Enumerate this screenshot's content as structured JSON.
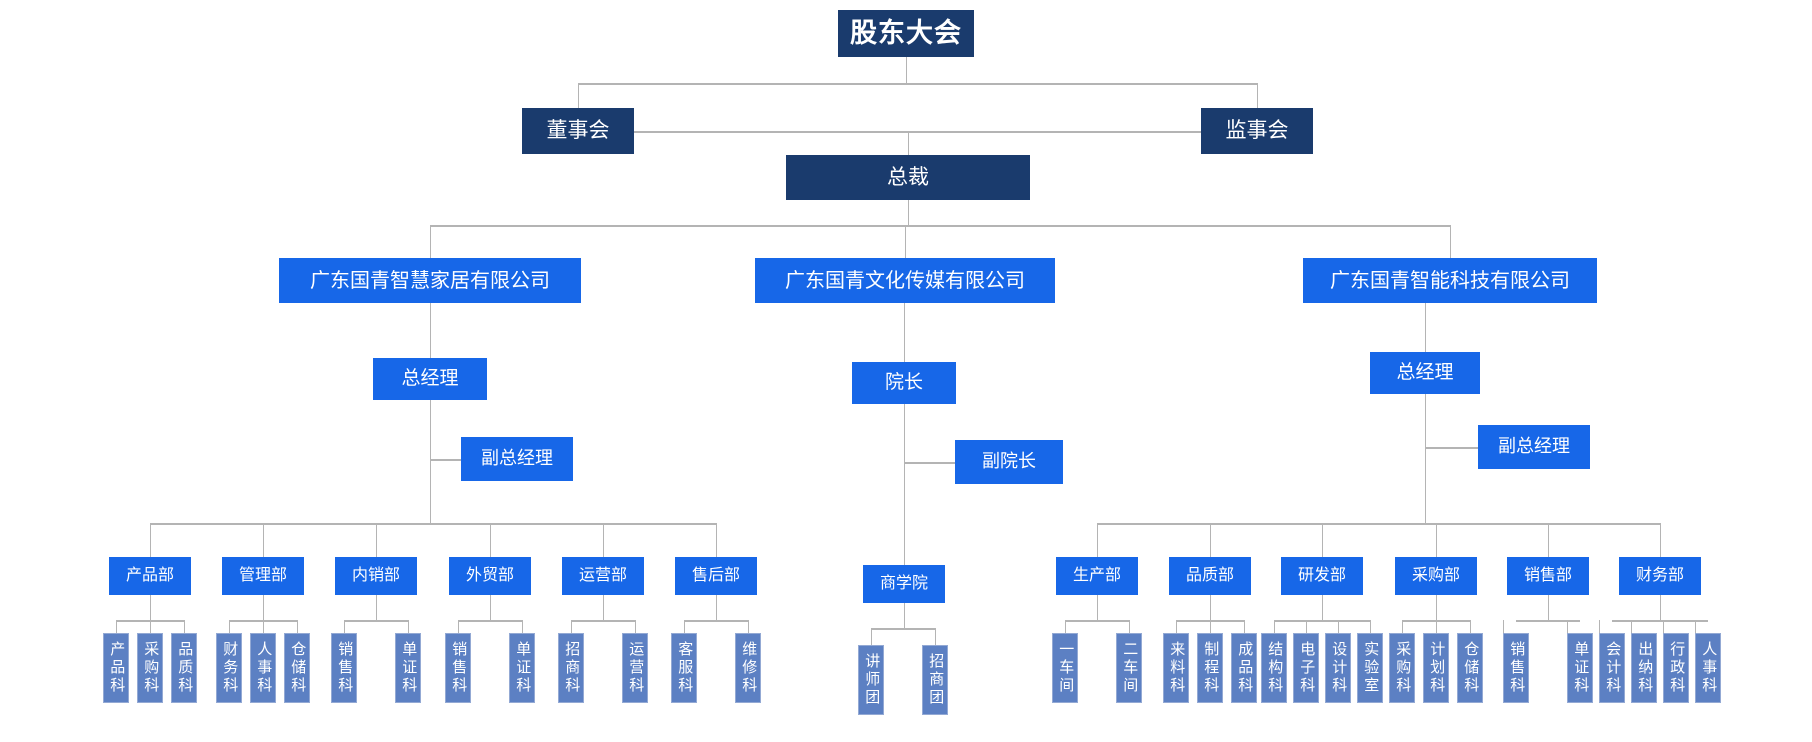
{
  "org": {
    "root": "股东大会",
    "board": "董事会",
    "supervisory": "监事会",
    "president": "总裁",
    "branches": [
      {
        "company": "广东国青智慧家居有限公司",
        "manager": "总经理",
        "deputy": "副总经理",
        "departments": [
          {
            "name": "产品部",
            "sections": [
              "产品科",
              "采购科",
              "品质科"
            ]
          },
          {
            "name": "管理部",
            "sections": [
              "财务科",
              "人事科",
              "仓储科"
            ]
          },
          {
            "name": "内销部",
            "sections": [
              "销售科",
              "单证科"
            ]
          },
          {
            "name": "外贸部",
            "sections": [
              "销售科",
              "单证科"
            ]
          },
          {
            "name": "运营部",
            "sections": [
              "招商科",
              "运营科"
            ]
          },
          {
            "name": "售后部",
            "sections": [
              "客服科",
              "维修科"
            ]
          }
        ]
      },
      {
        "company": "广东国青文化传媒有限公司",
        "manager": "院长",
        "deputy": "副院长",
        "departments": [
          {
            "name": "商学院",
            "sections": [
              "讲师团",
              "招商团"
            ]
          }
        ]
      },
      {
        "company": "广东国青智能科技有限公司",
        "manager": "总经理",
        "deputy": "副总经理",
        "departments": [
          {
            "name": "生产部",
            "sections": [
              "一车间",
              "二车间"
            ]
          },
          {
            "name": "品质部",
            "sections": [
              "来料科",
              "制程科",
              "成品科"
            ]
          },
          {
            "name": "研发部",
            "sections": [
              "结构科",
              "电子科",
              "设计科",
              "实验室"
            ]
          },
          {
            "name": "采购部",
            "sections": [
              "采购科",
              "计划科",
              "仓储科"
            ]
          },
          {
            "name": "销售部",
            "sections": [
              "销售科",
              "单证科"
            ]
          },
          {
            "name": "财务部",
            "sections": [
              "会计科",
              "出纳科",
              "行政科",
              "人事科"
            ]
          }
        ]
      }
    ],
    "colors": {
      "navy": "#1A3B6D",
      "blue": "#1767E8",
      "steel": "#5C80C3",
      "line": "#b4b4b4"
    }
  }
}
